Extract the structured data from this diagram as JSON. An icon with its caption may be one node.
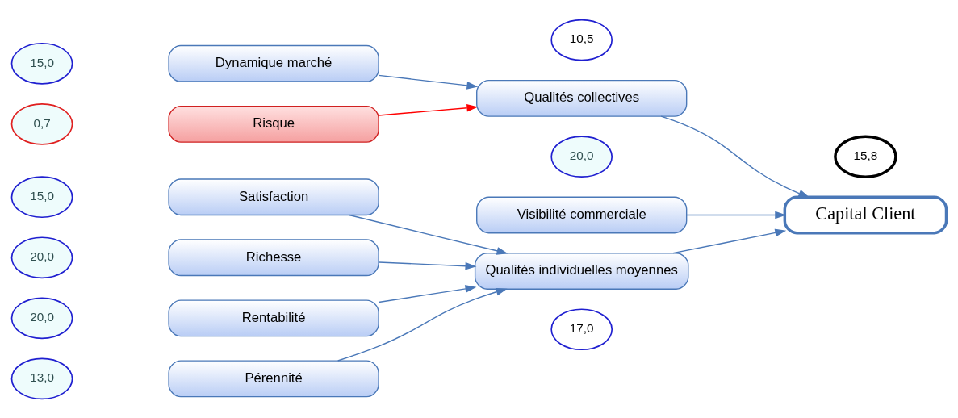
{
  "diagram": {
    "nodes": [
      {
        "text": [
          "15,0"
        ]
      },
      {
        "text": [
          "Dynamique marché"
        ]
      },
      {
        "text": [
          "0,7"
        ]
      },
      {
        "text": [
          "Risque"
        ]
      },
      {
        "text": [
          "20,0"
        ]
      },
      {
        "text": [
          "Richesse"
        ]
      },
      {
        "text": [
          "20,0"
        ]
      },
      {
        "text": [
          "Rentabilité"
        ]
      },
      {
        "text": [
          "13,0"
        ]
      },
      {
        "text": [
          "Pérennité"
        ]
      },
      {
        "text": [
          "15,0"
        ]
      },
      {
        "text": [
          "Satisfaction"
        ]
      },
      {
        "text": [
          "10,5"
        ]
      },
      {
        "text": [
          "Qualités collectives"
        ]
      },
      {
        "text": [
          "20,0"
        ]
      },
      {
        "text": [
          "Visibilité commerciale"
        ]
      },
      {
        "text": [
          "Qualités individuelles moyennes"
        ]
      },
      {
        "text": [
          "17,0"
        ]
      },
      {
        "text": [
          "15,8"
        ]
      },
      {
        "text": [
          "Capital Client"
        ]
      }
    ],
    "edges": [
      {
        "from": 1,
        "to": 13,
        "arrow": "to"
      },
      {
        "from": 3,
        "to": 13,
        "arrow": "to",
        "color": "#ff0000"
      },
      {
        "from": 5,
        "to": 16,
        "arrow": "to"
      },
      {
        "from": 7,
        "to": 16,
        "arrow": "to"
      },
      {
        "from": 9,
        "to": 16,
        "arrow": "to"
      },
      {
        "from": 11,
        "to": 16,
        "arrow": "to"
      },
      {
        "from": 13,
        "to": 19,
        "arrow": "to"
      },
      {
        "from": 15,
        "to": 19,
        "arrow": "to"
      },
      {
        "from": 16,
        "to": 19,
        "arrow": "to"
      }
    ]
  }
}
